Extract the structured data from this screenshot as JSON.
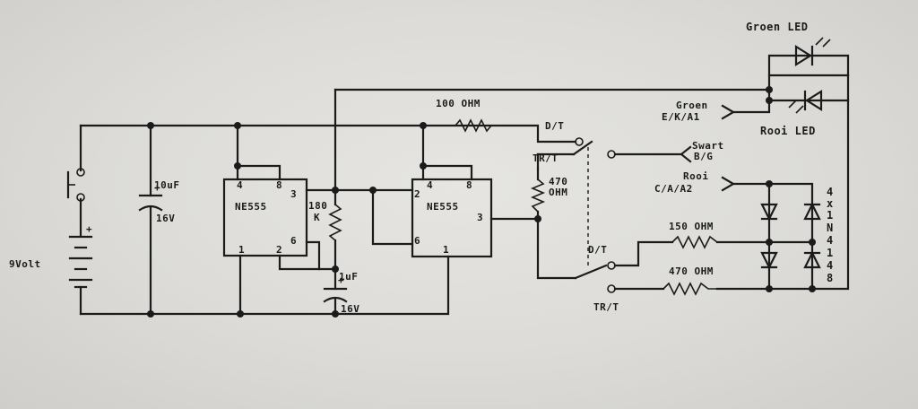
{
  "labels": {
    "green_led": "Groen LED",
    "rooi_led": "Rooi LED",
    "r100": "100 OHM",
    "dt_top": "D/T",
    "groen_conn_1": "Groen",
    "groen_conn_2": "E/K/A1",
    "swart_conn_1": "Swart",
    "swart_conn_2": "B/G",
    "trt_top": "TR/T",
    "r470_v_1": "470",
    "r470_v_2": "OHM",
    "rooi_conn_1": "Rooi",
    "rooi_conn_2": "C/A/A2",
    "r150": "150 OHM",
    "dt_bottom": "D/T",
    "r470_h": "470 OHM",
    "trt_bottom": "TR/T",
    "diode_code": [
      "4",
      "x",
      "1",
      "N",
      "4",
      "1",
      "4",
      "8"
    ],
    "cap1_value": "10uF",
    "cap1_voltage": "16V",
    "battery": "9Volt",
    "ic1": "NE555",
    "ic2": "NE555",
    "r180_1": "180",
    "r180_2": "K",
    "cap2_value": "1uF",
    "cap2_voltage": "16V"
  },
  "pins": {
    "ic1_p4": "4",
    "ic1_p8": "8",
    "ic1_p3": "3",
    "ic1_p6": "6",
    "ic1_p1": "1",
    "ic1_p2": "2",
    "ic2_p4": "4",
    "ic2_p8": "8",
    "ic2_p2": "2",
    "ic2_p3": "3",
    "ic2_p6": "6",
    "ic2_p1": "1"
  }
}
